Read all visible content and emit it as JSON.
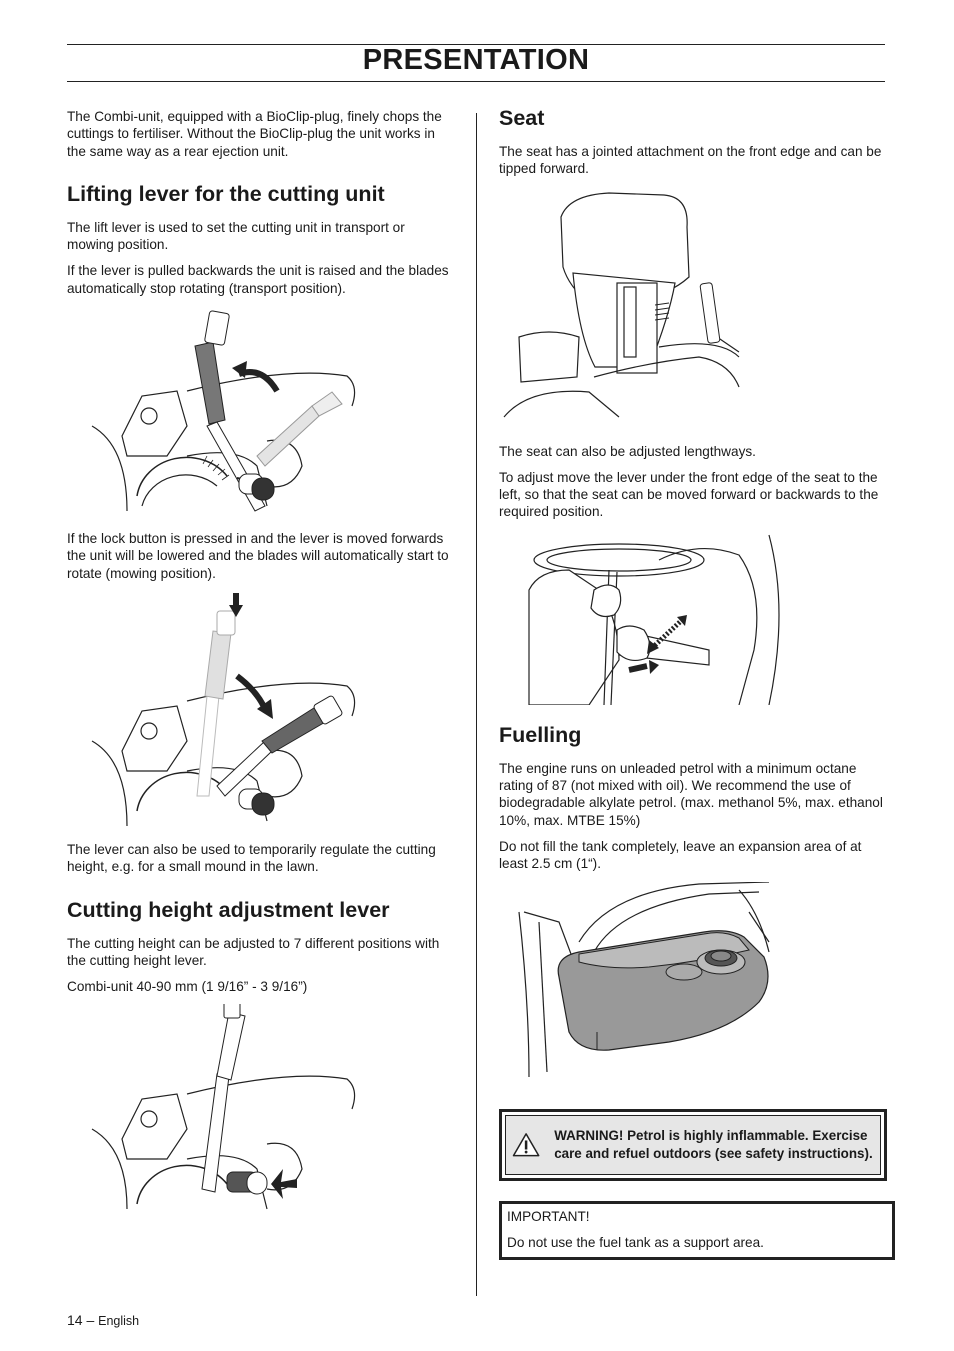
{
  "page": {
    "title": "PRESENTATION",
    "footer_number": "14 –",
    "footer_language": "English"
  },
  "left": {
    "intro": "The Combi-unit, equipped with a BioClip-plug, finely chops the cuttings to fertiliser. Without the BioClip-plug the unit works in the same way as a rear ejection unit.",
    "lifting_heading": "Lifting lever for the cutting unit",
    "lifting_p1": "The lift lever is used to set the cutting unit in transport or mowing position.",
    "lifting_p2": "If the lever is pulled backwards the unit is raised and the blades automatically stop rotating (transport position).",
    "lifting_p3": "If the lock button is pressed in and the lever is moved forwards the unit will be lowered and the blades will automatically start to rotate (mowing position).",
    "lifting_p4": "The lever can also be used to temporarily regulate the cutting height, e.g. for a small mound in the lawn.",
    "height_heading": "Cutting height adjustment lever",
    "height_p1": "The cutting height can be adjusted to 7 different positions with the cutting height lever.",
    "height_p2": "Combi-unit 40-90 mm (1 9/16” - 3 9/16”)"
  },
  "right": {
    "seat_heading": "Seat",
    "seat_p1": "The seat has a jointed attachment on the front edge and can be tipped forward.",
    "seat_p2": "The seat can also be adjusted lengthways.",
    "seat_p3": "To adjust move the lever under the front edge of the seat to the left, so that the seat can be moved forward or backwards to the required position.",
    "fuel_heading": "Fuelling",
    "fuel_p1": "The engine runs on unleaded petrol with a minimum octane rating of 87 (not mixed with oil). We recommend the use of biodegradable alkylate petrol. (max. methanol 5%, max. ethanol 10%, max. MTBE 15%)",
    "fuel_p2": "Do not fill the tank completely, leave an expansion area of at least 2.5 cm (1“).",
    "warning": "WARNING! Petrol is highly inflammable. Exercise care and refuel outdoors (see safety instructions).",
    "important_title": "IMPORTANT!",
    "important_text": "Do not use the fuel tank as a support area."
  },
  "icons": {
    "warning": "warning-triangle-icon"
  }
}
